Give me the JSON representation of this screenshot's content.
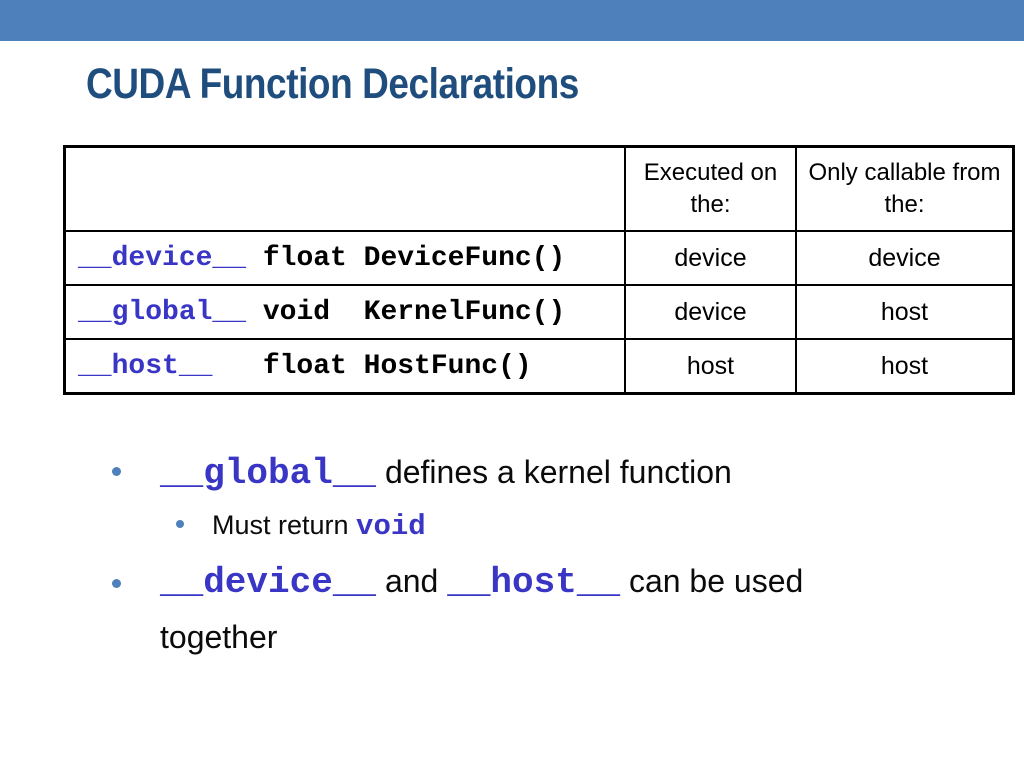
{
  "slide": {
    "title": "CUDA Function Declarations"
  },
  "colors": {
    "band": "#4E80BC",
    "title": "#1F4E7E",
    "keyword": "#3A36C5",
    "bullet": "#4E80BC"
  },
  "table": {
    "headers": {
      "col1": "",
      "col2": "Executed on the:",
      "col3": "Only callable from the:"
    },
    "rows": [
      {
        "keyword": "__device__",
        "code": " float DeviceFunc()",
        "executed": "device",
        "callable": "device"
      },
      {
        "keyword": "__global__",
        "code": " void  KernelFunc()",
        "executed": "device",
        "callable": "host"
      },
      {
        "keyword": "__host__",
        "code": "   float HostFunc()",
        "executed": "host",
        "callable": "host"
      }
    ]
  },
  "bullets": {
    "b1": {
      "keyword": "__global__",
      "rest": " defines a kernel function"
    },
    "b1sub": {
      "prefix": "Must return ",
      "keyword": "void"
    },
    "b2": {
      "kw1": "__device__",
      "mid": " and ",
      "kw2": "__host__",
      "rest": " can be used together"
    }
  }
}
